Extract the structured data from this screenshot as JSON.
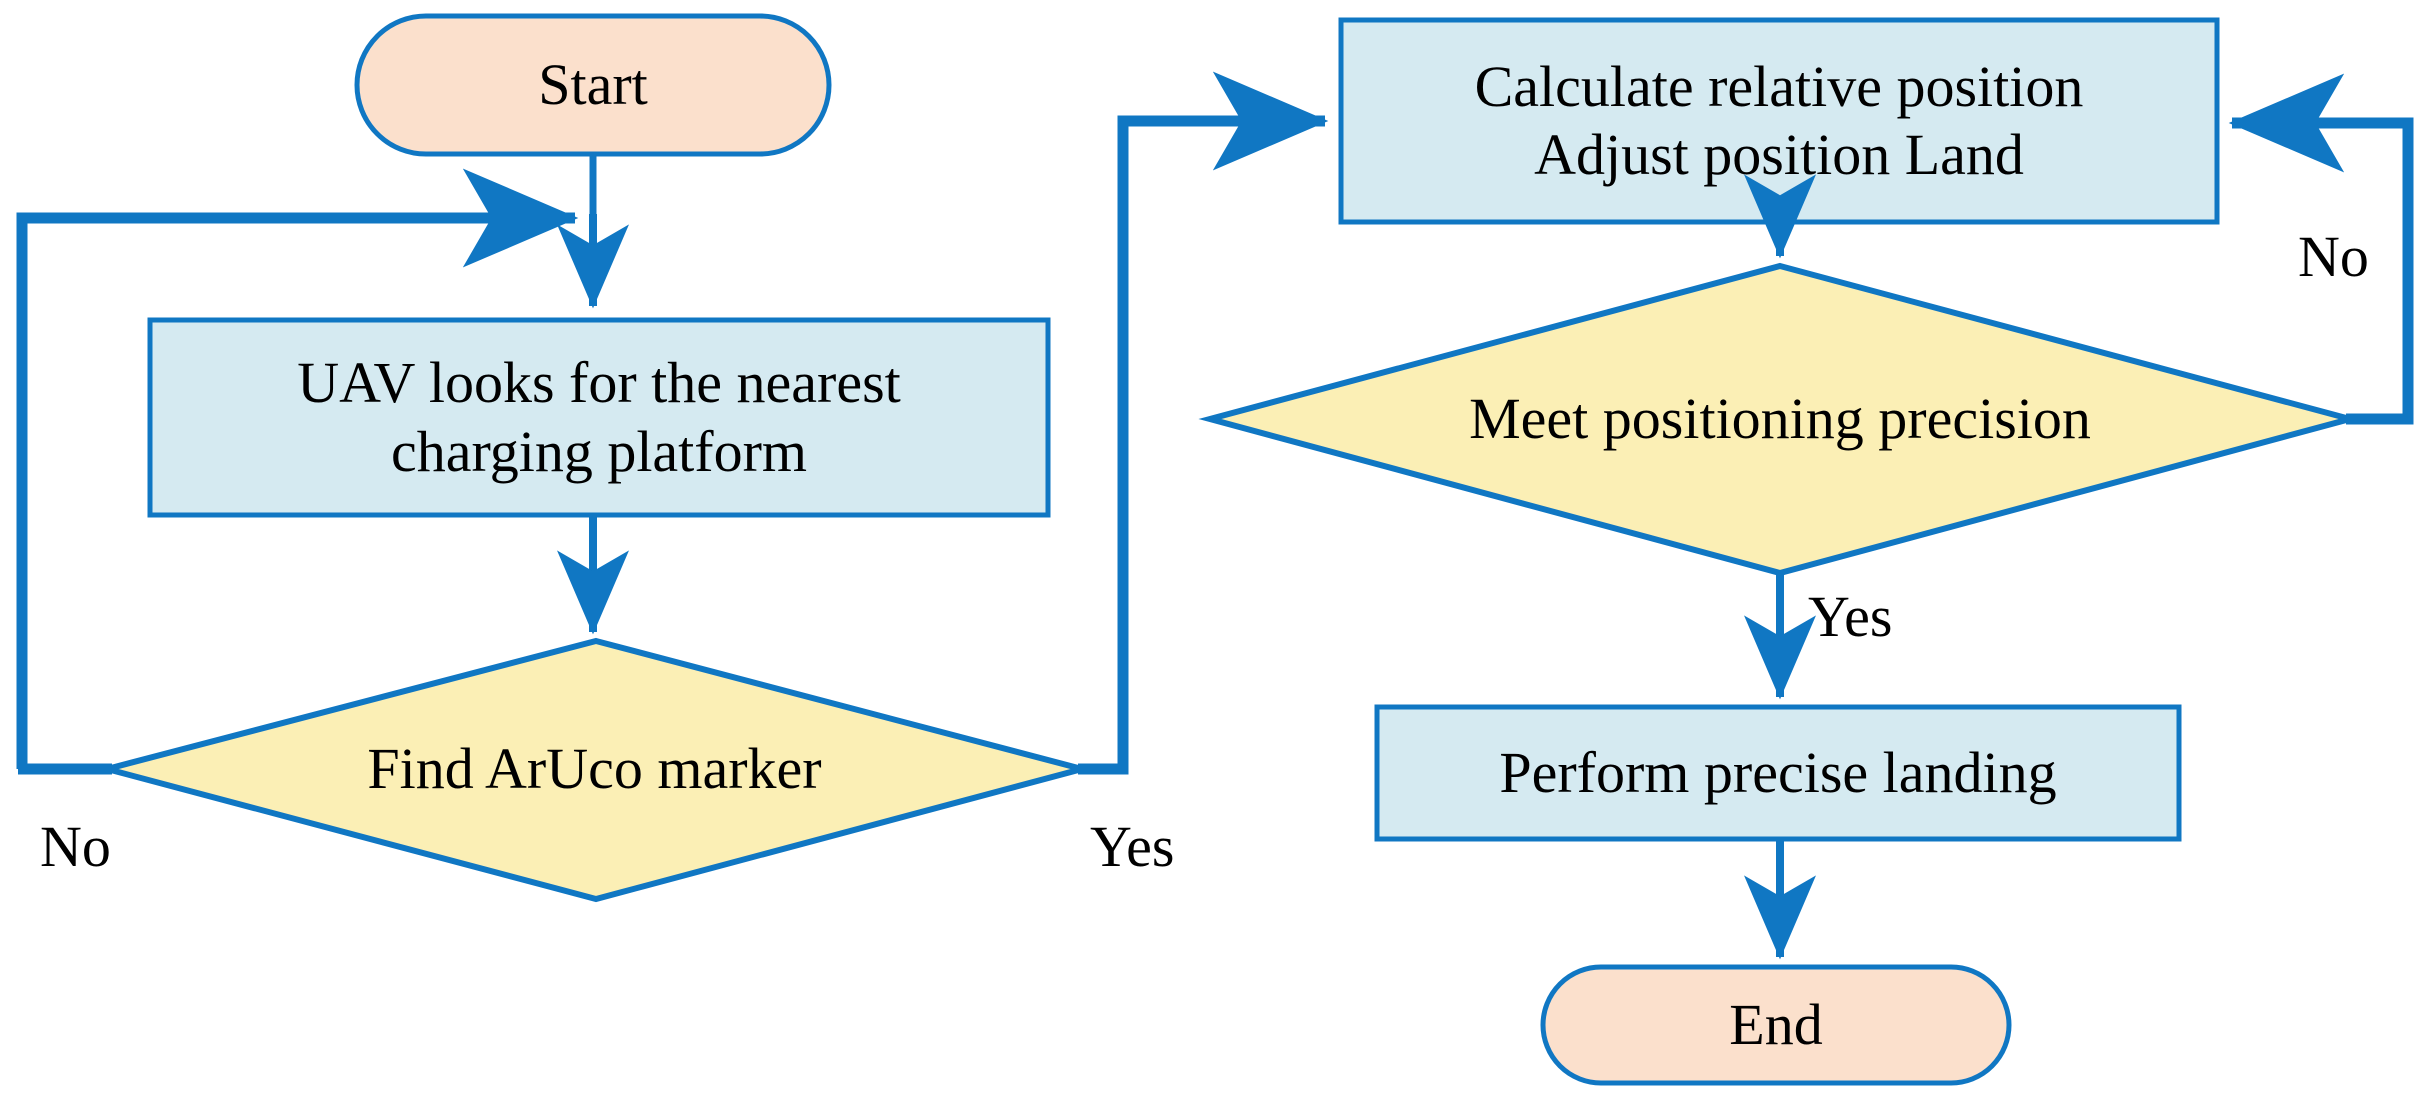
{
  "diagram": {
    "title": "UAV precise landing flowchart",
    "colors": {
      "stroke": "#1077C3",
      "terminator_fill": "#FBE0CC",
      "process_fill": "#D5EAF1",
      "decision_fill": "#FBEFB5",
      "text": "#000000",
      "background": "#FFFFFF"
    },
    "nodes": [
      {
        "id": "start",
        "shape": "terminator",
        "lines": [
          "Start"
        ]
      },
      {
        "id": "uav-search",
        "shape": "process",
        "lines": [
          "UAV looks for the nearest",
          "charging platform"
        ]
      },
      {
        "id": "find-marker",
        "shape": "decision",
        "lines": [
          "Find ArUco marker"
        ]
      },
      {
        "id": "calculate-position",
        "shape": "process",
        "lines": [
          "Calculate relative position",
          "Adjust position Land"
        ]
      },
      {
        "id": "meet-precision",
        "shape": "decision",
        "lines": [
          "Meet positioning precision"
        ]
      },
      {
        "id": "perform-landing",
        "shape": "process",
        "lines": [
          "Perform precise landing"
        ]
      },
      {
        "id": "end",
        "shape": "terminator",
        "lines": [
          "End"
        ]
      }
    ],
    "edge_labels": {
      "find_marker_no": "No",
      "find_marker_yes": "Yes",
      "meet_precision_no": "No",
      "meet_precision_yes": "Yes"
    }
  }
}
